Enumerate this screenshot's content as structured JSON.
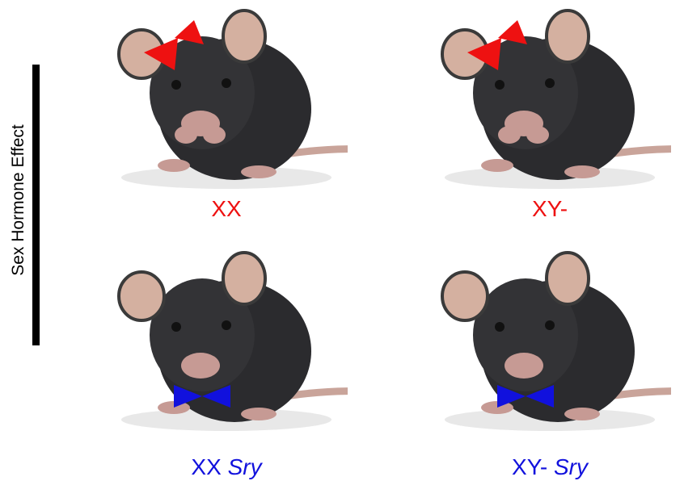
{
  "axis": {
    "label": "Sex Hormone Effect"
  },
  "colors": {
    "female": "#ee1111",
    "male": "#1111dd",
    "mouse_body": "#2b2b2e",
    "mouse_ear": "#d4b0a0",
    "tail": "#c9a49a"
  },
  "panels": [
    {
      "genotype": "XX",
      "suffix": "",
      "accessory": "hair-bow",
      "color": "#ee1111"
    },
    {
      "genotype": "XY-",
      "suffix": "",
      "accessory": "hair-bow",
      "color": "#ee1111"
    },
    {
      "genotype": "XX",
      "suffix": "Sry",
      "accessory": "bow-tie",
      "color": "#1111dd"
    },
    {
      "genotype": "XY-",
      "suffix": "Sry",
      "accessory": "bow-tie",
      "color": "#1111dd"
    }
  ]
}
